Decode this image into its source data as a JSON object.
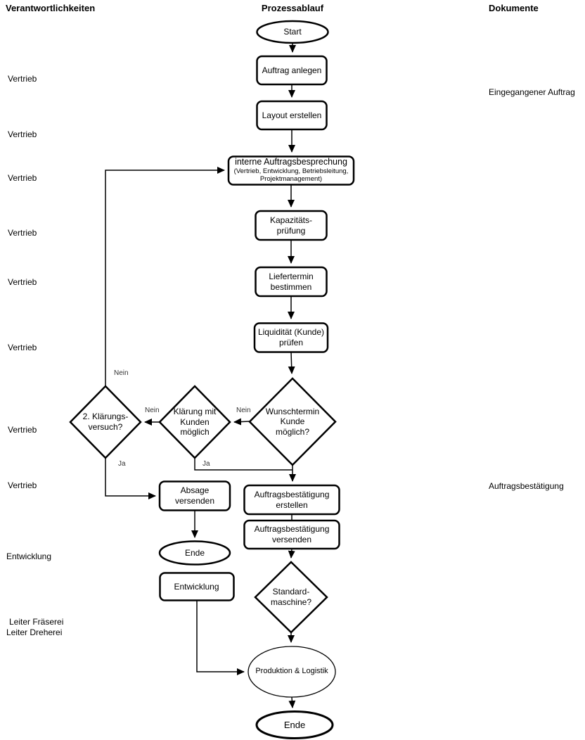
{
  "headers": {
    "responsibilities": "Verantwortlichkeiten",
    "process": "Prozessablauf",
    "documents": "Dokumente"
  },
  "nodes": {
    "start": "Start",
    "auftrag_anlegen": "Auftrag anlegen",
    "layout_erstellen": "Layout erstellen",
    "besprechung_title": "interne Auftragsbesprechung",
    "besprechung_participants": "(Vertrieb, Entwicklung, Betriebsleitung,\nProjektmanagement)",
    "kapazitaetspruefung": "Kapazitäts-\nprüfung",
    "liefertermin": "Liefertermin\nbestimmen",
    "liquiditaet": "Liquidität (Kunde)\nprüfen",
    "wunschtermin": "Wunschtermin\nKunde\nmöglich?",
    "klaerung": "Klärung mit\nKunden\nmöglich",
    "klaerungsversuch": "2. Klärungs-\nversuch?",
    "absage": "Absage\nversenden",
    "ende_links": "Ende",
    "bestaetigung_erstellen": "Auftragsbestätigung\nerstellen",
    "bestaetigung_versenden": "Auftragsbestätigung\nversenden",
    "entwicklung": "Entwicklung",
    "standardmaschine": "Standard-\nmaschine?",
    "produktion": "Produktion & Logistik",
    "ende_unten": "Ende"
  },
  "edge_labels": {
    "loop_nein": "Nein",
    "klaerung_nein": "Nein",
    "wunschtermin_nein": "Nein",
    "klaerungsversuch_ja": "Ja",
    "klaerung_ja": "Ja"
  },
  "responsibilities": [
    "Vertrieb",
    "Vertrieb",
    "Vertrieb",
    "Vertrieb",
    "Vertrieb",
    "Vertrieb",
    "Vertrieb",
    "Vertrieb",
    "Entwicklung",
    "Leiter Fräserei",
    "Leiter Dreherei"
  ],
  "documents": [
    "Eingegangener Auftrag",
    "Auftragsbestätigung"
  ],
  "colors": {
    "stroke": "#000000",
    "fill": "#ffffff",
    "text": "#000000"
  }
}
